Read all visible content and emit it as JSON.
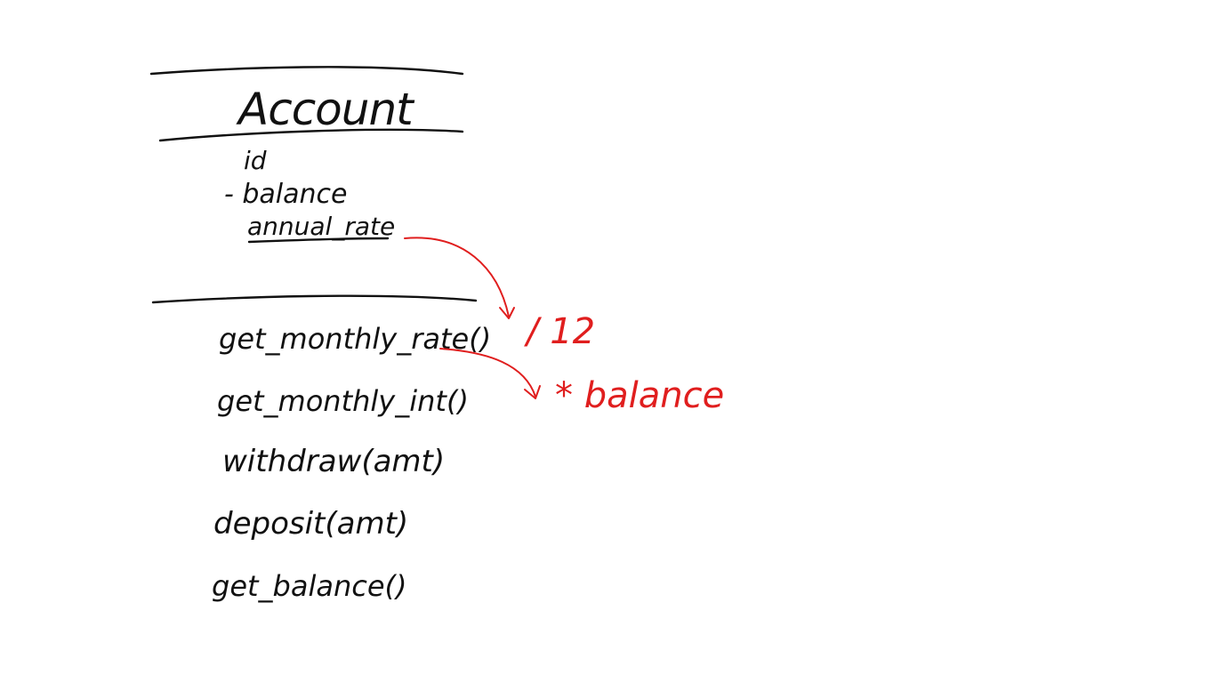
{
  "diagram": {
    "class_name": "Account",
    "attributes": [
      {
        "label": "id"
      },
      {
        "label": "- balance"
      },
      {
        "label": "annual_rate",
        "underlined": true
      }
    ],
    "methods": [
      {
        "label": "get_monthly_rate()"
      },
      {
        "label": "get_monthly_int()"
      },
      {
        "label": "withdraw(amt)"
      },
      {
        "label": "deposit(amt)"
      },
      {
        "label": "get_balance()"
      }
    ],
    "annotations": [
      {
        "label": "/ 12"
      },
      {
        "label": "* balance"
      }
    ],
    "colors": {
      "ink": "#111111",
      "annotation": "#e01e1e",
      "background": "#ffffff"
    }
  }
}
